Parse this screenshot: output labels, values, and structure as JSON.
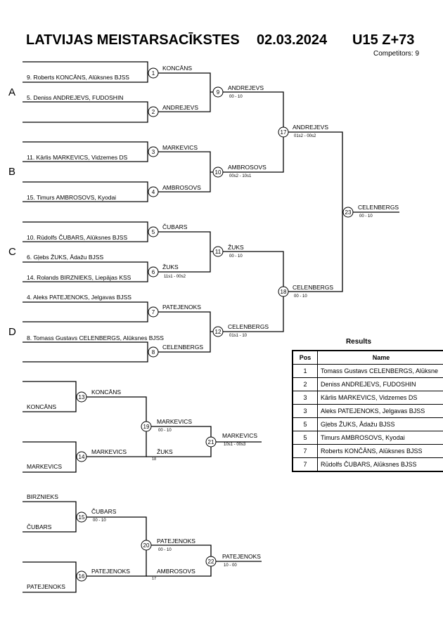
{
  "header": {
    "title": "LATVIJAS MEISTARSACĪKSTES",
    "date": "02.03.2024",
    "category": "U15 Z+73",
    "competitors": "Competitors: 9"
  },
  "pools": [
    "A",
    "B",
    "C",
    "D"
  ],
  "entries": [
    "9. Roberts KONCĀNS, Alūksnes BJSS",
    "5. Deniss ANDREJEVS, FUDOSHIN",
    "11. Kārlis MARKEVICS, Vidzemes DS",
    "15. Timurs AMBROSOVS, Kyodai",
    "10. Rūdolfs ČUBARS, Alūksnes BJSS",
    "6. Gļebs ŽUKS, Ādažu BJSS",
    "14. Rolands BIRZNIEKS, Liepājas KSS",
    "4. Aleks PATEJENOKS, Jelgavas BJSS",
    "8. Tomass Gustavs CELENBERGS, Alūksnes BJSS"
  ],
  "matches": [
    {
      "no": "1",
      "winner": "KONCĀNS",
      "score": ""
    },
    {
      "no": "2",
      "winner": "ANDREJEVS",
      "score": ""
    },
    {
      "no": "3",
      "winner": "MARKEVICS",
      "score": ""
    },
    {
      "no": "4",
      "winner": "AMBROSOVS",
      "score": ""
    },
    {
      "no": "5",
      "winner": "ČUBARS",
      "score": ""
    },
    {
      "no": "6",
      "winner": "ŽUKS",
      "score": "11s1 - 00s2"
    },
    {
      "no": "7",
      "winner": "PATEJENOKS",
      "score": ""
    },
    {
      "no": "8",
      "winner": "CELENBERGS",
      "score": ""
    },
    {
      "no": "9",
      "winner": "ANDREJEVS",
      "score": "00 - 10"
    },
    {
      "no": "10",
      "winner": "AMBROSOVS",
      "score": "00s2 - 10s1"
    },
    {
      "no": "11",
      "winner": "ŽUKS",
      "score": "00 - 10"
    },
    {
      "no": "12",
      "winner": "CELENBERGS",
      "score": "01s1 - 10"
    },
    {
      "no": "17",
      "winner": "ANDREJEVS",
      "score": "01s2 - 00s2"
    },
    {
      "no": "18",
      "winner": "CELENBERGS",
      "score": "00 - 10"
    },
    {
      "no": "23",
      "winner": "CELENBERGS",
      "score": "00 - 10"
    },
    {
      "no": "13",
      "winner": "KONCĀNS",
      "score": ""
    },
    {
      "no": "14",
      "winner": "MARKEVICS",
      "score": ""
    },
    {
      "no": "19",
      "winner": "MARKEVICS",
      "score": "00 - 10"
    },
    {
      "no": "21",
      "winner": "MARKEVICS",
      "score": "10s1 - 00s3"
    },
    {
      "no": "15",
      "winner": "ČUBARS",
      "score": "00 - 10"
    },
    {
      "no": "16",
      "winner": "PATEJENOKS",
      "score": ""
    },
    {
      "no": "20",
      "winner": "PATEJENOKS",
      "score": "00 - 10"
    },
    {
      "no": "22",
      "winner": "PATEJENOKS",
      "score": "10 - 00"
    }
  ],
  "repechage": {
    "r13_top": "KONCĀNS",
    "r14_bottom": "MARKEVICS",
    "r19_bottom": "ŽUKS",
    "r19_bottom_note": "18",
    "r15_top": "BIRZNIEKS",
    "r15_bottom": "ČUBARS",
    "r16_bottom": "PATEJENOKS",
    "r20_bottom": "AMBROSOVS",
    "r20_bottom_note": "17"
  },
  "results": {
    "title": "Results",
    "col_pos": "Pos",
    "col_name": "Name",
    "rows": [
      {
        "pos": "1",
        "name": "Tomass Gustavs CELENBERGS, Alūksne"
      },
      {
        "pos": "2",
        "name": "Deniss ANDREJEVS, FUDOSHIN"
      },
      {
        "pos": "3",
        "name": "Kārlis MARKEVICS, Vidzemes DS"
      },
      {
        "pos": "3",
        "name": "Aleks PATEJENOKS, Jelgavas BJSS"
      },
      {
        "pos": "5",
        "name": "Gļebs ŽUKS, Ādažu BJSS"
      },
      {
        "pos": "5",
        "name": "Timurs AMBROSOVS, Kyodai"
      },
      {
        "pos": "7",
        "name": "Roberts KONČĀNS, Alūksnes BJSS"
      },
      {
        "pos": "7",
        "name": "Rūdolfs ČUBARS, Alūksnes BJSS"
      }
    ]
  }
}
